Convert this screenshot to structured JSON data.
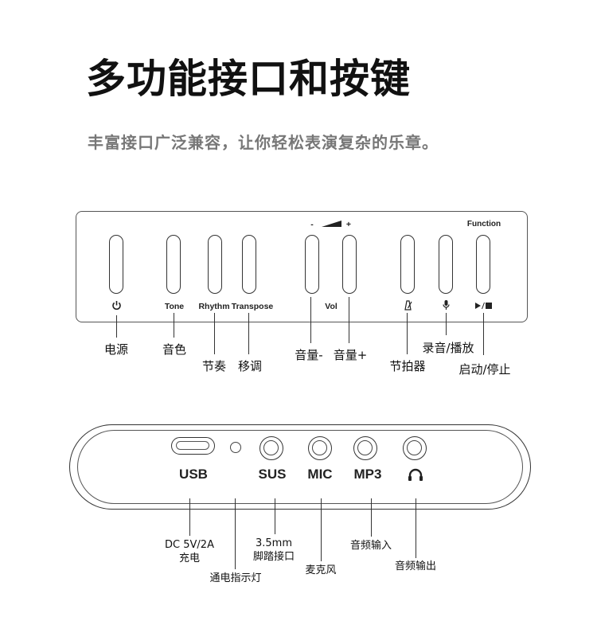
{
  "title": "多功能接口和按键",
  "subtitle": "丰富接口广泛兼容，让你轻松表演复杂的乐章。",
  "top_panel": {
    "vol_minus": "-",
    "vol_plus": "+",
    "function": "Function",
    "labels": {
      "tone": "Tone",
      "rhythm": "Rhythm",
      "transpose": "Transpose",
      "vol": "Vol"
    },
    "callouts": {
      "power": "电源",
      "tone": "音色",
      "rhythm": "节奏",
      "transpose": "移调",
      "vol_down": "音量-",
      "vol_up": "音量+",
      "metronome": "节拍器",
      "record_play": "录音/播放",
      "start_stop": "启动/停止"
    }
  },
  "bottom_panel": {
    "labels": {
      "usb": "USB",
      "sus": "SUS",
      "mic": "MIC",
      "mp3": "MP3"
    },
    "callouts": {
      "usb_line1": "DC 5V/2A",
      "usb_line2": "充电",
      "led": "通电指示灯",
      "sus_line1": "3.5mm",
      "sus_line2": "脚踏接口",
      "mic": "麦克风",
      "mp3": "音频输入",
      "headphone": "音频输出"
    }
  },
  "icons": [
    "power-icon",
    "metronome-icon",
    "mic-icon",
    "play-stop-icon",
    "headphone-icon",
    "volume-ramp-icon"
  ]
}
